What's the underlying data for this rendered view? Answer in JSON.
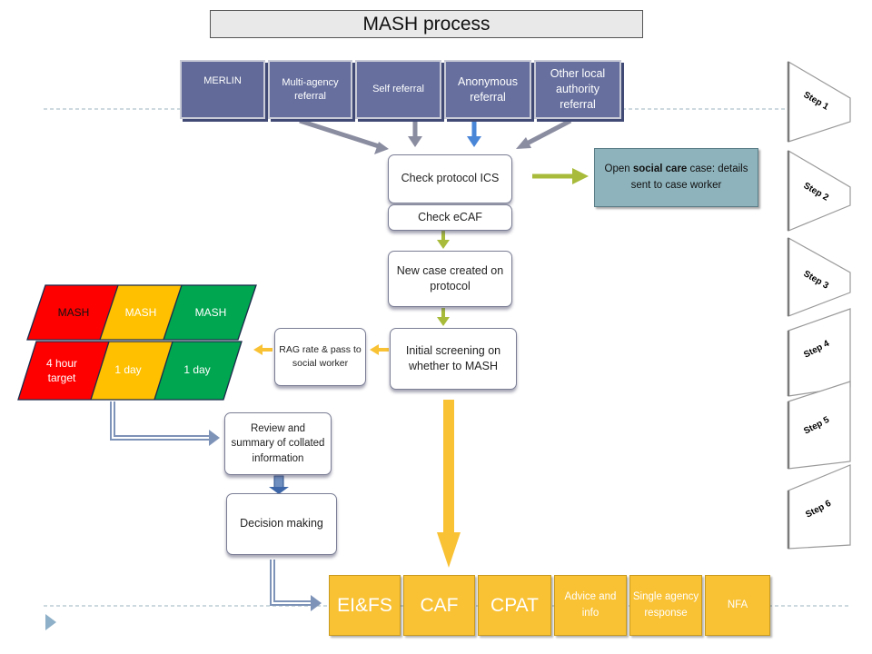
{
  "title": "MASH process",
  "sources": {
    "merlin": "MERLIN",
    "multi_agency": "Multi-agency referral",
    "self": "Self referral",
    "anonymous": "Anonymous referral",
    "other_local": "Other local authority referral"
  },
  "process": {
    "check_protocol": "Check protocol ICS",
    "check_ecaf": "Check eCAF",
    "new_case": "New case created on protocol",
    "initial_screening": "Initial screening on whether to MASH",
    "rag_rate": "RAG rate & pass to social worker",
    "review": "Review and summary of collated information",
    "decision": "Decision making"
  },
  "social_care": {
    "prefix": "Open ",
    "bold": "social care",
    "suffix": " case: details sent to case worker"
  },
  "rag": {
    "top": [
      "MASH",
      "MASH",
      "MASH"
    ],
    "bottom": [
      "4 hour target",
      "1 day",
      "1 day"
    ],
    "colors": [
      "#ff0000",
      "#ffc000",
      "#00a650"
    ]
  },
  "outcomes": [
    "EI&FS",
    "CAF",
    "CPAT",
    "Advice and info",
    "Single agency response",
    "NFA"
  ],
  "steps": [
    "Step 1",
    "Step 2",
    "Step 3",
    "Step 4",
    "Step 5",
    "Step 6"
  ],
  "colors": {
    "source_fill": "#666f9e",
    "outcome_fill": "#f9c235",
    "green_arrow": "#a8bb3a",
    "orange_arrow": "#f9c235",
    "blue_arrow": "#4a86d8",
    "grey_arrow": "#8a8ca0",
    "social_fill": "#8eb3bc"
  }
}
